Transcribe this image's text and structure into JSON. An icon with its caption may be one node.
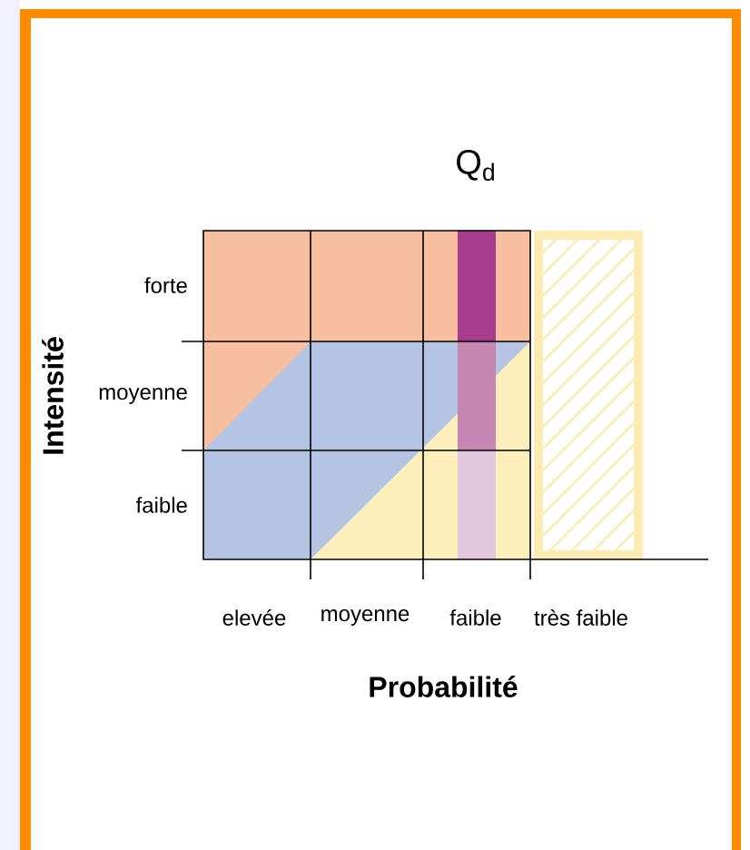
{
  "diagram": {
    "title": "Q$_{d}$",
    "labels": [
      "Intensité",
      "forte",
      "moyenne",
      "faible",
      "elevée",
      "moyenne",
      "faible",
      "très faible",
      "Probabilité"
    ]
  }
}
